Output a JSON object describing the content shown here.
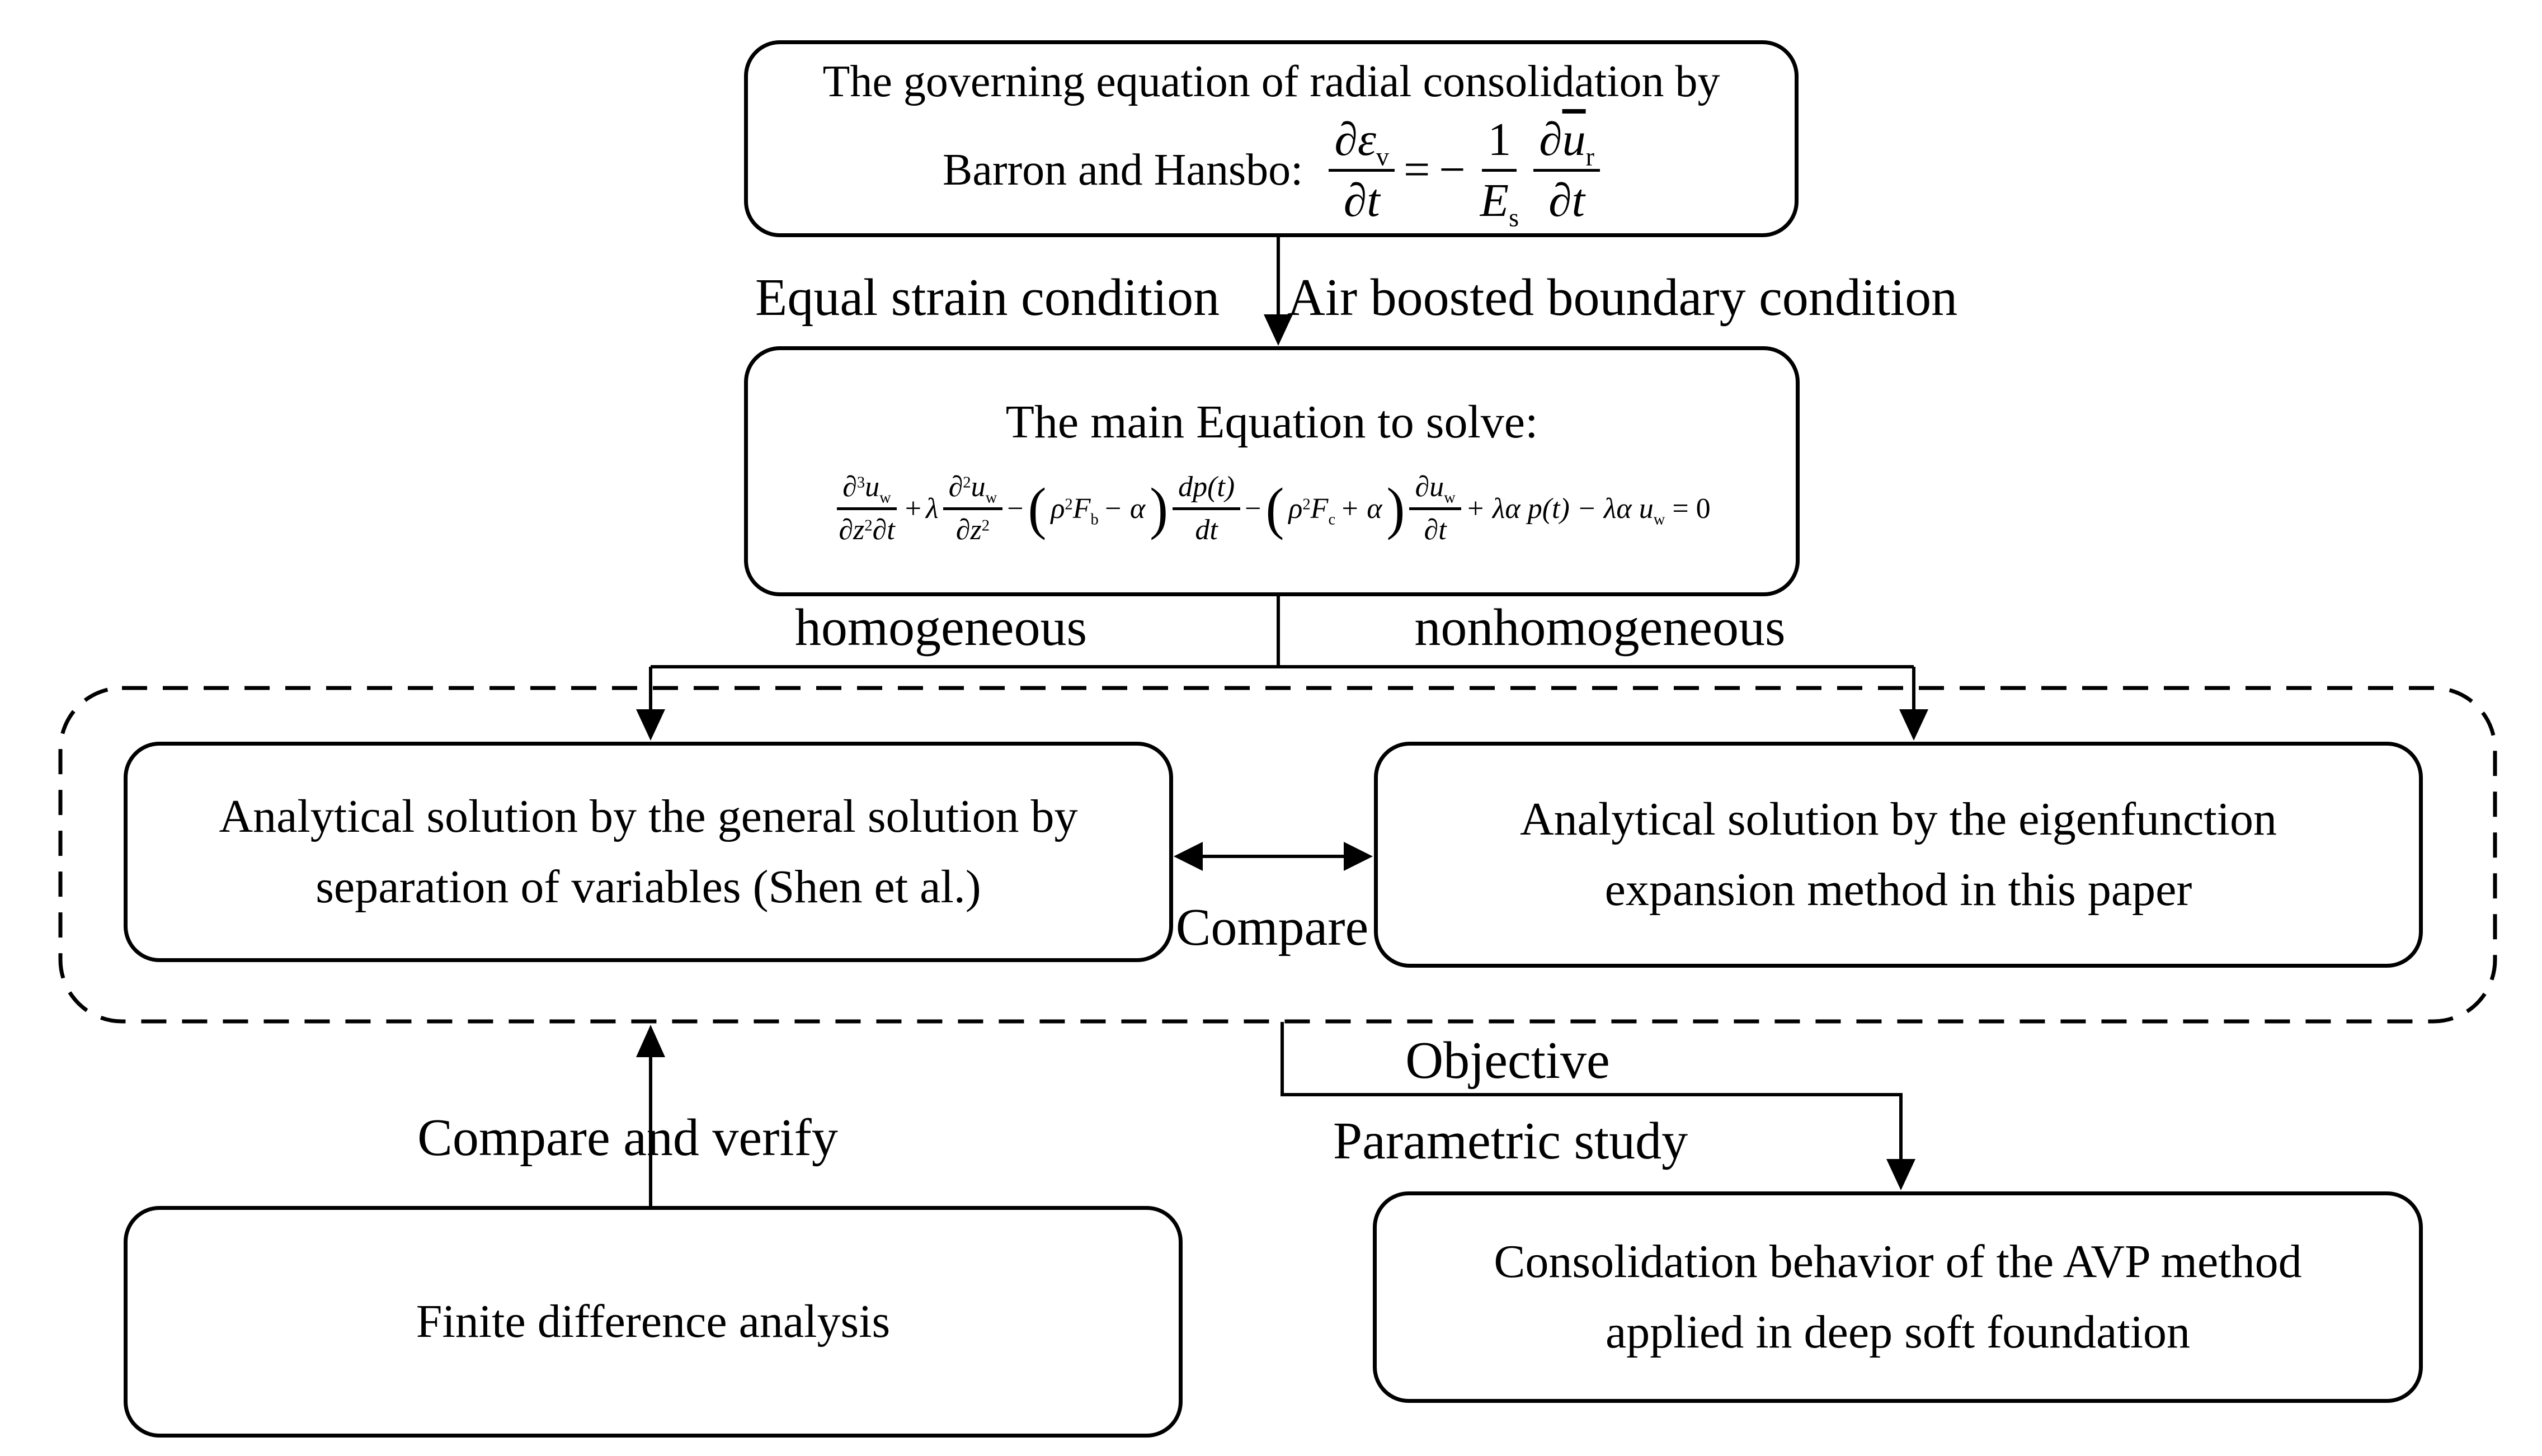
{
  "figure": {
    "title_box": {
      "line1": "The governing equation of radial consolidation by",
      "line2_prefix": "Barron and Hansbo:"
    },
    "eq1": {
      "num1a": "∂ε",
      "num1sub": "v",
      "den1": "∂t",
      "equals": "=",
      "minus": "−",
      "num2": "1",
      "den2a": "E",
      "den2sub": "s",
      "num3a": "∂",
      "num3b": "u",
      "num3sub": "r",
      "den3": "∂t"
    },
    "main_eq_box": {
      "title": "The main Equation to solve:"
    },
    "eq2": {
      "t1_num_a": "∂",
      "t1_num_a_sup": "3",
      "t1_num_b": "u",
      "t1_num_b_sub": "w",
      "t1_den_a": "∂z",
      "t1_den_a_sup": "2",
      "t1_den_b": "∂t",
      "plus": "+",
      "lambda": "λ",
      "t2_num_a": "∂",
      "t2_num_a_sup": "2",
      "t2_num_b": "u",
      "t2_num_b_sub": "w",
      "t2_den_a": "∂z",
      "t2_den_a_sup": "2",
      "minus1": "−",
      "paren_open": "(",
      "rho": "ρ",
      "rho_sup": "2",
      "F": "F",
      "F1_sub": "b",
      "minus_alpha": "− α",
      "paren_close": ")",
      "t3_num": "dp(t)",
      "t3_den": "dt",
      "minus2": "−",
      "F2_sub": "c",
      "plus_alpha": "+ α",
      "t4_num_a": "∂u",
      "t4_num_sub": "w",
      "t4_den": "∂t",
      "tail_a": "+ λα p(t) − λα u",
      "tail_sub": "w",
      "tail_b": "= 0"
    },
    "labels": {
      "equal_strain": "Equal strain condition",
      "air_boosted": "Air boosted boundary condition",
      "homogeneous": "homogeneous",
      "nonhomogeneous": "nonhomogeneous",
      "compare": "Compare",
      "compare_verify": "Compare and verify",
      "objective": "Objective",
      "parametric": "Parametric study"
    },
    "solution_left_box": {
      "line1": "Analytical solution by the general solution by",
      "line2": "separation of variables (Shen et al.)"
    },
    "solution_right_box": {
      "line1": "Analytical solution by the eigenfunction",
      "line2": "expansion method in this paper"
    },
    "fd_box": {
      "line1": "Finite difference analysis"
    },
    "avp_box": {
      "line1": "Consolidation behavior of the AVP method",
      "line2": "applied in deep soft foundation"
    }
  }
}
